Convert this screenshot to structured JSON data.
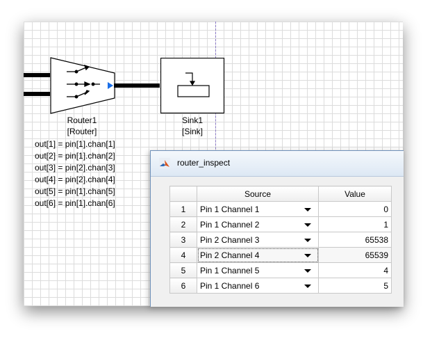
{
  "router_block": {
    "name": "Router1",
    "type": "[Router]",
    "mappings": [
      "out[1] = pin[1].chan[1]",
      "out[2] = pin[1].chan[2]",
      "out[3] = pin[2].chan[3]",
      "out[4] = pin[2].chan[4]",
      "out[5] = pin[1].chan[5]",
      "out[6] = pin[1].chan[6]"
    ]
  },
  "sink_block": {
    "name": "Sink1",
    "type": "[Sink]"
  },
  "dialog": {
    "title": "router_inspect",
    "columns": {
      "source": "Source",
      "value": "Value"
    },
    "rows": [
      {
        "num": "1",
        "source": "Pin 1 Channel 1",
        "value": "0"
      },
      {
        "num": "2",
        "source": "Pin 1 Channel 2",
        "value": "1"
      },
      {
        "num": "3",
        "source": "Pin 2 Channel 3",
        "value": "65538"
      },
      {
        "num": "4",
        "source": "Pin 2 Channel 4",
        "value": "65539"
      },
      {
        "num": "5",
        "source": "Pin 1 Channel 5",
        "value": "4"
      },
      {
        "num": "6",
        "source": "Pin 1 Channel 6",
        "value": "5"
      }
    ]
  },
  "colors": {
    "port": "#1a6fe8",
    "dialog_border": "#6d8fb8",
    "grid_line": "#dcdcdc"
  }
}
